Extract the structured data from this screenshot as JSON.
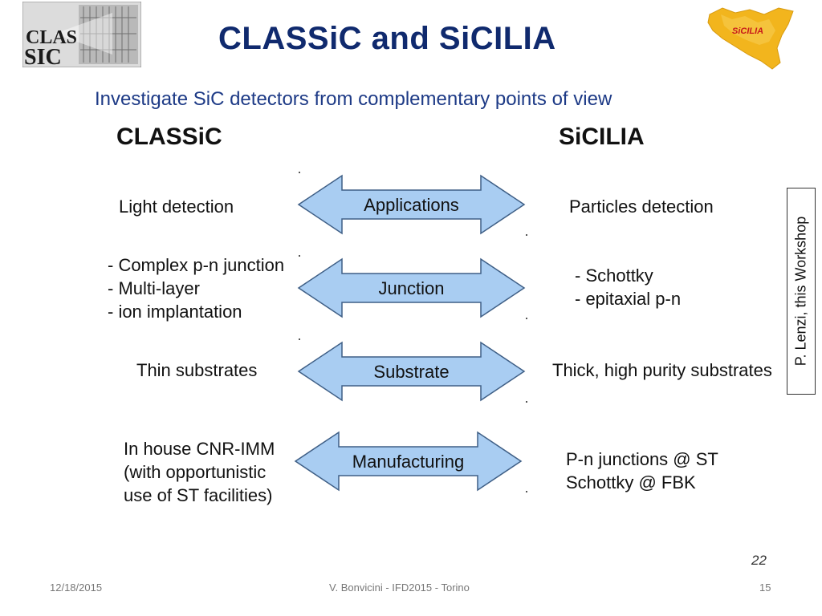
{
  "title": "CLASSiC and SiCILIA",
  "subtitle": "Investigate SiC detectors from complementary points of view",
  "columns": {
    "left": "CLASSiC",
    "right": "SiCILIA"
  },
  "rows": [
    {
      "left": [
        "Light detection"
      ],
      "arrow": "Applications",
      "right": [
        "Particles detection"
      ]
    },
    {
      "left": [
        "- Complex p-n junction",
        "- Multi-layer",
        "- ion implantation"
      ],
      "arrow": "Junction",
      "right": [
        "- Schottky",
        "- epitaxial p-n"
      ]
    },
    {
      "left": [
        "Thin substrates"
      ],
      "arrow": "Substrate",
      "right": [
        "Thick, high purity substrates"
      ]
    },
    {
      "left": [
        "In house CNR-IMM",
        "(with opportunistic",
        "use of ST facilities)"
      ],
      "arrow": "Manufacturing",
      "right": [
        "P-n junctions @ ST",
        "Schottky @ FBK"
      ]
    }
  ],
  "side_note": "P. Lenzi, this Workshop",
  "logos": {
    "left_text_top": "CLAS",
    "left_text_bottom": "SIC",
    "right_text": "SiCILIA"
  },
  "colors": {
    "arrow_fill": "#a9cdf2",
    "arrow_stroke": "#3f5f86",
    "title": "#102a6e",
    "sicily": "#f2b51d"
  },
  "footer": {
    "date": "12/18/2015",
    "center": "V. Bonvicini - IFD2015 - Torino",
    "page": "15"
  },
  "page_number_italic": "22"
}
